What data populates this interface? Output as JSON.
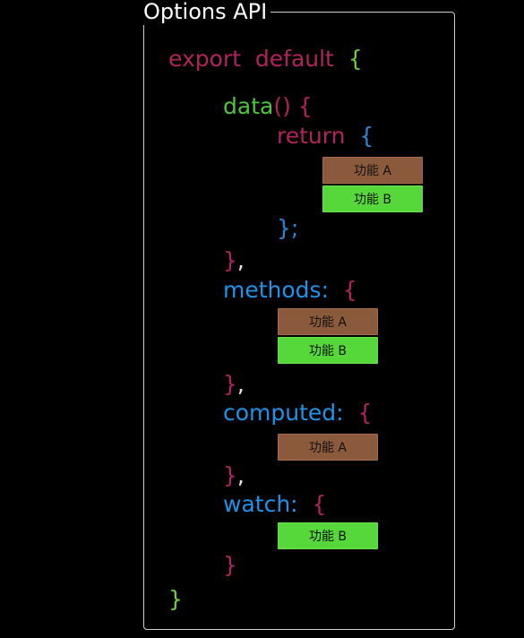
{
  "title": "Options API",
  "code": {
    "export_kw": "export",
    "default_kw": "default",
    "open_brace": "{",
    "close_brace": "}",
    "data_fn": "data",
    "data_parens": "()",
    "data_open": "{",
    "return_kw": "return",
    "return_open": "{",
    "return_close": "};",
    "data_close": "}",
    "comma": ",",
    "methods_label": "methods:",
    "methods_open": "{",
    "methods_close": "}",
    "computed_label": "computed:",
    "computed_open": "{",
    "computed_close": "}",
    "watch_label": "watch:",
    "watch_open": "{",
    "watch_close": "}"
  },
  "chips": {
    "data_a": "功能 A",
    "data_b": "功能 B",
    "methods_a": "功能 A",
    "methods_b": "功能 B",
    "computed_a": "功能 A",
    "watch_b": "功能 B"
  },
  "colors": {
    "keyword": "#b0245e",
    "function": "#4fc43c",
    "property": "#1e93e8",
    "feature_a": "#8b5a3c",
    "feature_b": "#56d83a"
  }
}
